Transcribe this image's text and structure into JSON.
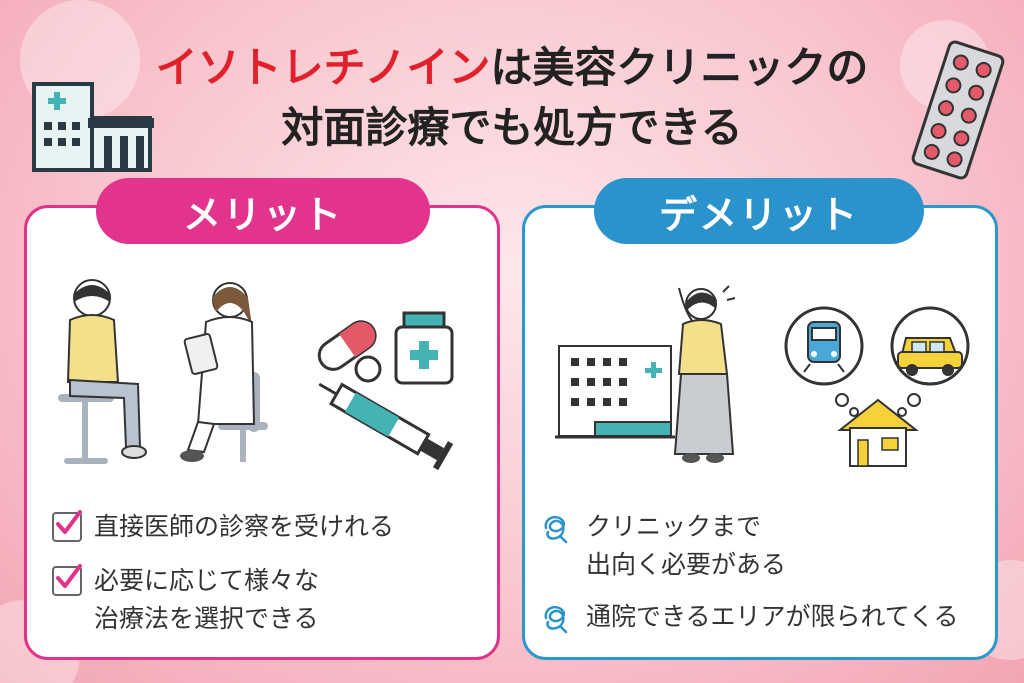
{
  "title": {
    "highlight": "イソトレチノイン",
    "line1_rest": "は美容クリニックの",
    "line2": "対面診療でも処方できる"
  },
  "merit": {
    "label": "メリット",
    "items": [
      {
        "lines": [
          "直接医師の診察を受けれる"
        ]
      },
      {
        "lines": [
          "必要に応じて様々な",
          "治療法を選択できる"
        ]
      }
    ]
  },
  "demerit": {
    "label": "デメリット",
    "items": [
      {
        "lines": [
          "クリニックまで",
          "出向く必要がある"
        ]
      },
      {
        "lines": [
          "通院できるエリアが限られてくる"
        ]
      }
    ]
  },
  "colors": {
    "merit": "#e2348c",
    "demerit": "#2b93cc",
    "title_accent": "#e0202a",
    "background": "#f9c6cf"
  },
  "icons": [
    "hospital-icon",
    "pill-pack-icon",
    "check-icon",
    "tangle-icon",
    "train-icon",
    "car-icon",
    "house-icon"
  ]
}
